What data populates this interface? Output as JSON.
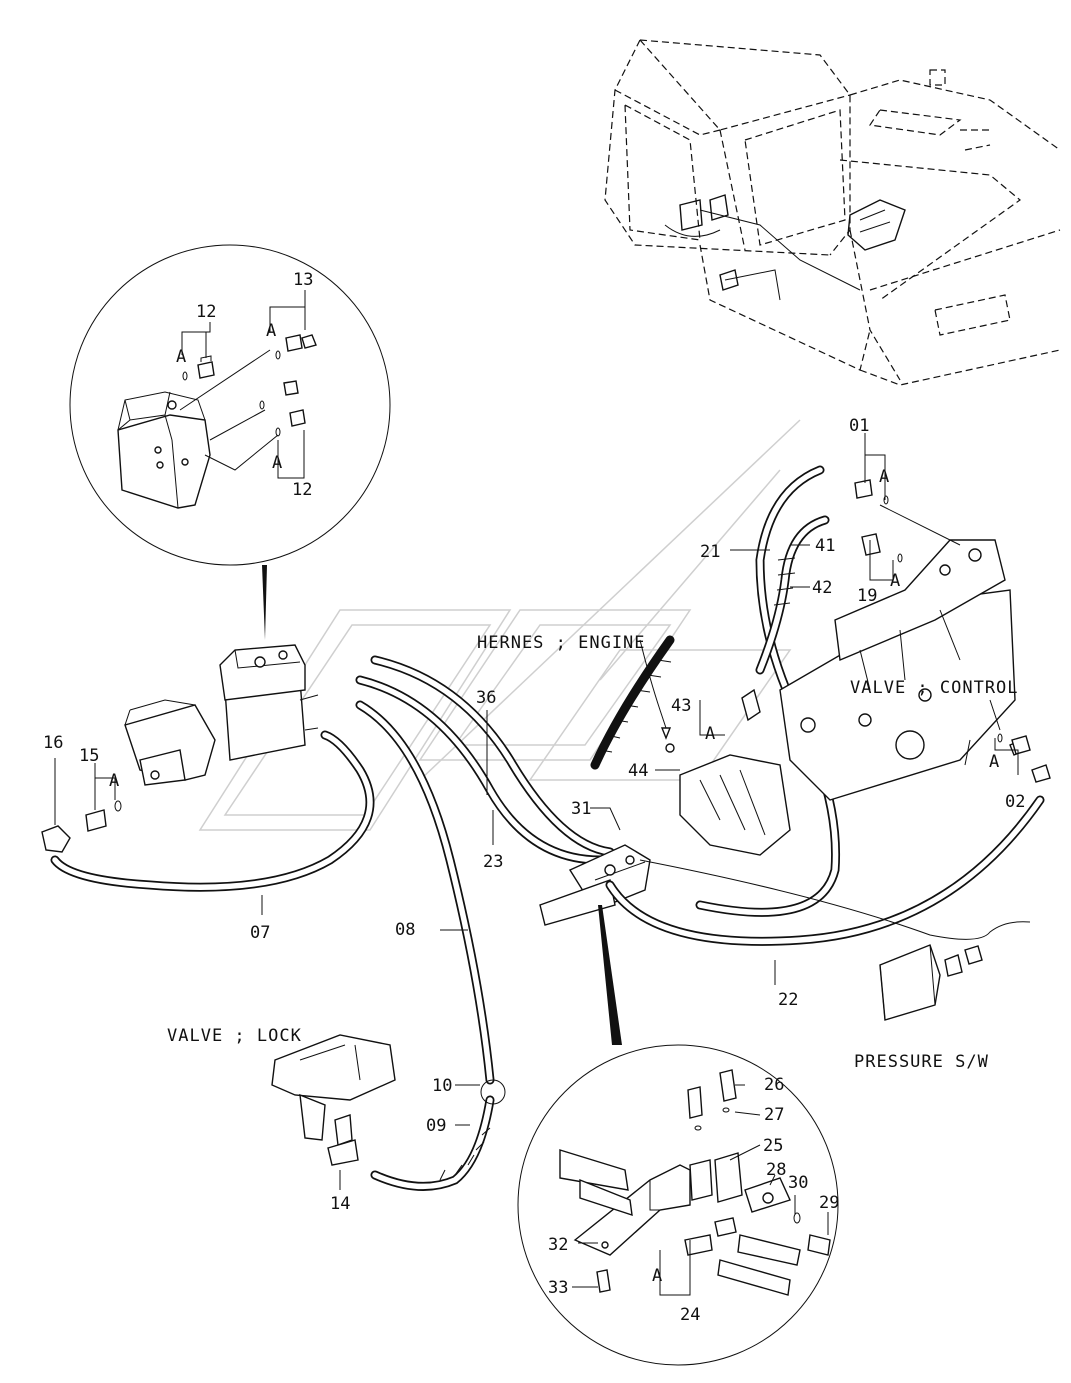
{
  "diagram": {
    "labels": {
      "hernes_engine": "HERNES ; ENGINE",
      "valve_control": "VALVE ; CONTROL",
      "valve_lock": "VALVE ; LOCK",
      "pressure_sw": "PRESSURE S/W"
    },
    "letter_a": "A",
    "callouts": {
      "c01": "01",
      "c02": "02",
      "c07": "07",
      "c08": "08",
      "c09": "09",
      "c10": "10",
      "c12a": "12",
      "c12b": "12",
      "c13": "13",
      "c14": "14",
      "c15": "15",
      "c16": "16",
      "c19": "19",
      "c21": "21",
      "c22": "22",
      "c23": "23",
      "c24": "24",
      "c25": "25",
      "c26": "26",
      "c27": "27",
      "c28": "28",
      "c29": "29",
      "c30": "30",
      "c31": "31",
      "c32": "32",
      "c33": "33",
      "c36": "36",
      "c41": "41",
      "c42": "42",
      "c43": "43",
      "c44": "44"
    }
  }
}
